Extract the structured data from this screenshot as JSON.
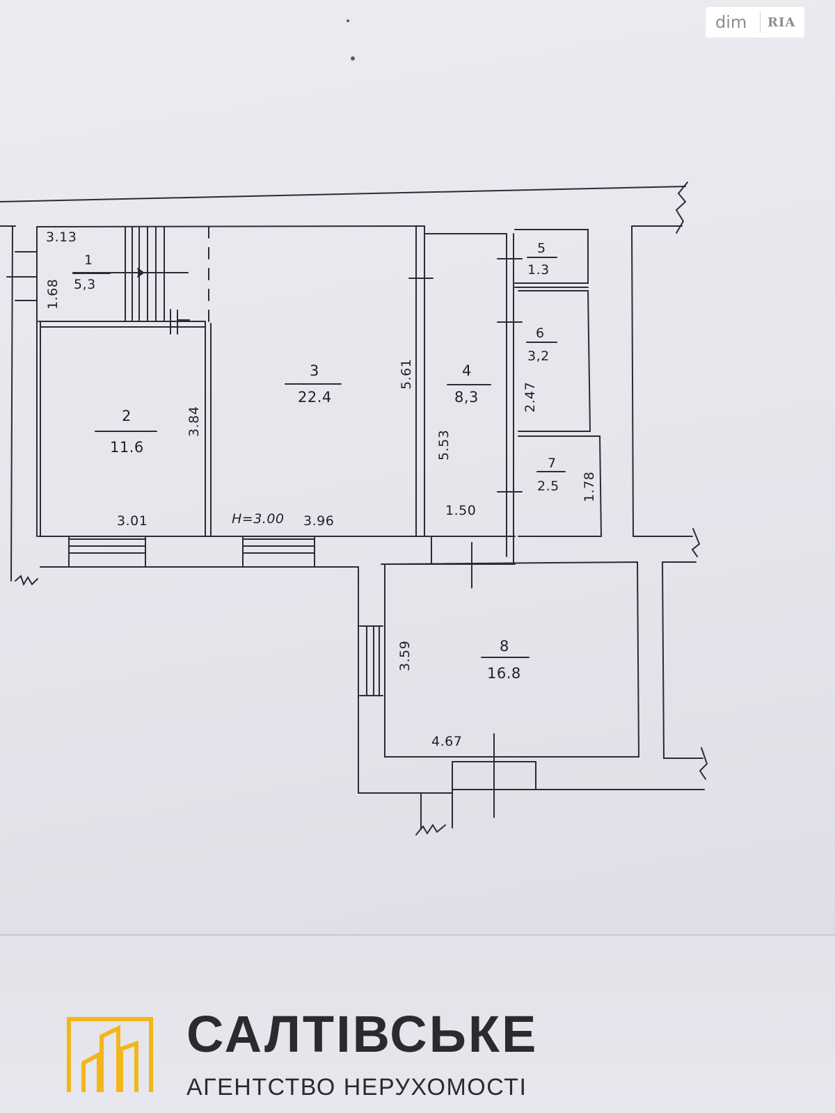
{
  "watermark": {
    "site": "dim",
    "brand": "RIA"
  },
  "plan": {
    "ceiling_height": "H=3.00",
    "rooms": [
      {
        "number": "1",
        "area": "5,3"
      },
      {
        "number": "2",
        "area": "11.6"
      },
      {
        "number": "3",
        "area": "22.4"
      },
      {
        "number": "4",
        "area": "8,3"
      },
      {
        "number": "5",
        "area": "1.3"
      },
      {
        "number": "6",
        "area": "3,2"
      },
      {
        "number": "7",
        "area": "2.5"
      },
      {
        "number": "8",
        "area": "16.8"
      }
    ],
    "dimensions": {
      "room1_width": "3.13",
      "room1_depth": "1.68",
      "room2_width": "3.01",
      "room2_depth": "3.84",
      "room3_width": "3.96",
      "room3_depth": "5.61",
      "room4_width": "1.50",
      "room4_depth": "5.53",
      "room6_depth": "2.47",
      "room7_depth": "1.78",
      "room8_width": "4.67",
      "room8_depth": "3.59"
    }
  },
  "agency": {
    "name": "САЛТІВСЬКЕ",
    "tagline": "АГЕНТСТВО НЕРУХОМОСТІ",
    "accent_color": "#f2b619",
    "text_color": "#2a2a2f"
  }
}
